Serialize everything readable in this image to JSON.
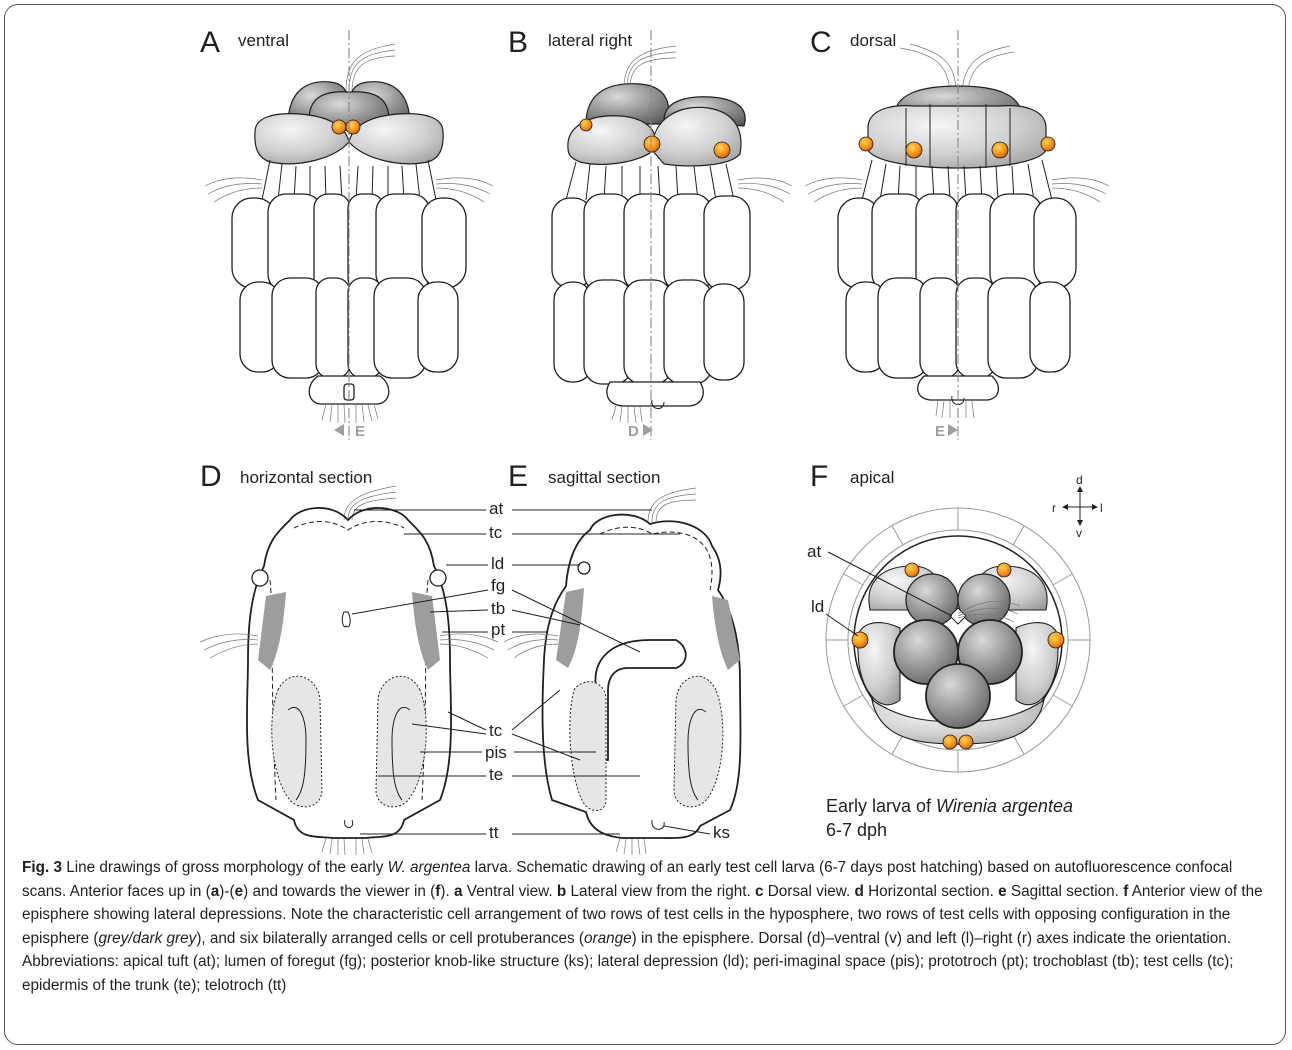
{
  "panels": {
    "A": {
      "letter": "A",
      "title": "ventral",
      "marker": "E"
    },
    "B": {
      "letter": "B",
      "title": "lateral right",
      "marker": "D"
    },
    "C": {
      "letter": "C",
      "title": "dorsal",
      "marker": "E"
    },
    "D": {
      "letter": "D",
      "title": "horizontal section"
    },
    "E": {
      "letter": "E",
      "title": "sagittal section"
    },
    "F": {
      "letter": "F",
      "title": "apical"
    }
  },
  "labels": {
    "at": "at",
    "tc": "tc",
    "ld": "ld",
    "fg": "fg",
    "tb": "tb",
    "pt": "pt",
    "pis": "pis",
    "te": "te",
    "tt": "tt",
    "ks": "ks"
  },
  "axes": {
    "d": "d",
    "v": "v",
    "l": "l",
    "r": "r"
  },
  "species_label": {
    "line1_prefix": "Early larva of ",
    "line1_species": "Wirenia argentea",
    "line2": "6-7 dph"
  },
  "colors": {
    "grey_cell": "#bdbdbd",
    "dark_grey_cell": "#8c8c8c",
    "orange": "#f7941d",
    "light_fill": "#e6e6e6",
    "trochoblast": "#9d9d9d"
  },
  "caption": {
    "fig_label": "Fig. 3",
    "intro_a": " Line drawings of gross morphology of the early ",
    "intro_species": "W. argentea",
    "intro_b": " larva. Schematic drawing of an early test cell larva (6-7 days post hatching) based on autofluorescence confocal scans. Anterior faces up in (",
    "ref_a": "a",
    "between_ae": ")-(",
    "ref_e": "e",
    "toward": ") and towards the viewer in (",
    "ref_f": "f",
    "close": "). ",
    "a_key": "a",
    "a_text": " Ventral view. ",
    "b_key": "b",
    "b_text": " Lateral view from the right. ",
    "c_key": "c",
    "c_text": " Dorsal view. ",
    "d_key": "d",
    "d_text": " Horizontal section. ",
    "e_key": "e",
    "e_text": " Sagittal section. ",
    "f_key": "f",
    "f_text": " Anterior view of the episphere showing lateral depressions. Note the characteristic cell arrangement of two rows of test cells in the hyposphere, two rows of test cells with opposing configuration in the episphere (",
    "grey_term": "grey/dark grey",
    "after_grey": "), and six bilaterally arranged cells or cell protuberances (",
    "orange_term": "orange",
    "after_orange": ") in the episphere. Dorsal (d)–ventral (v) and left (l)–right (r) axes indicate the orientation. Abbreviations: apical tuft (at); lumen of foregut (fg); posterior knob-like structure (ks); lateral depression (ld); peri-imaginal space (pis); prototroch (pt); trochoblast (tb); test cells (tc); epidermis of the trunk (te); telotroch (tt)"
  }
}
